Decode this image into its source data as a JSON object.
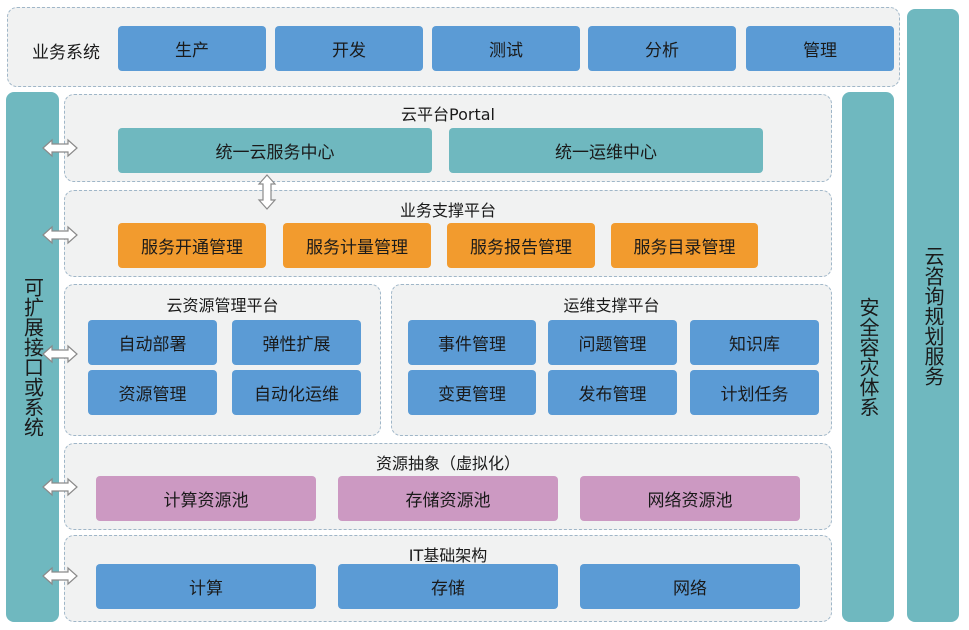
{
  "business_systems": {
    "label": "业务系统",
    "items": [
      "生产",
      "开发",
      "测试",
      "分析",
      "管理"
    ]
  },
  "left_pillar": {
    "label": "可扩展接口或系统"
  },
  "security_pillar": {
    "label": "安全容灾体系"
  },
  "consulting_pillar": {
    "label": "云咨询规划服务"
  },
  "portal": {
    "title": "云平台Portal",
    "items": [
      "统一云服务中心",
      "统一运维中心"
    ]
  },
  "business_support": {
    "title": "业务支撑平台",
    "items": [
      "服务开通管理",
      "服务计量管理",
      "服务报告管理",
      "服务目录管理"
    ]
  },
  "cloud_resource_mgmt": {
    "title": "云资源管理平台",
    "items": [
      "自动部署",
      "弹性扩展",
      "资源管理",
      "自动化运维"
    ]
  },
  "ops_support": {
    "title": "运维支撑平台",
    "items": [
      "事件管理",
      "问题管理",
      "知识库",
      "变更管理",
      "发布管理",
      "计划任务"
    ]
  },
  "resource_abstraction": {
    "title": "资源抽象（虚拟化）",
    "items": [
      "计算资源池",
      "存储资源池",
      "网络资源池"
    ]
  },
  "it_infrastructure": {
    "title": "IT基础架构",
    "items": [
      "计算",
      "存储",
      "网络"
    ]
  },
  "colors": {
    "blue": "#5b9bd5",
    "teal": "#6fb8bf",
    "orange": "#f29b2e",
    "pink": "#cc99c2",
    "panel_bg": "#f1f2f2",
    "panel_border": "#9fb6c8"
  }
}
